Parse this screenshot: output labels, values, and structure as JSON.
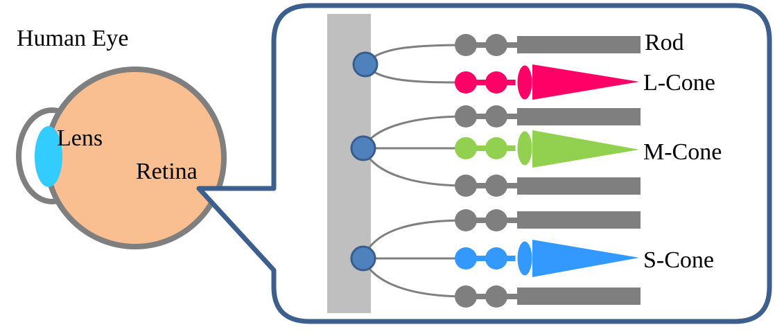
{
  "labels": {
    "title": "Human Eye",
    "lens": "Lens",
    "retina": "Retina",
    "rod": "Rod",
    "l_cone": "L-Cone",
    "m_cone": "M-Cone",
    "s_cone": "S-Cone"
  },
  "colors": {
    "eyeball_fill": "#F9BF91",
    "eyeball_stroke": "#7F7F7F",
    "lens_fill": "#33CCFF",
    "callout_stroke": "#3D5F8E",
    "bar_fill": "#BFBFBF",
    "node_fill": "#4F81BD",
    "node_stroke": "#385D8A",
    "rod_gray": "#7F7F7F",
    "l_cone": "#FF0066",
    "m_cone": "#92D050",
    "s_cone": "#3399FF"
  }
}
